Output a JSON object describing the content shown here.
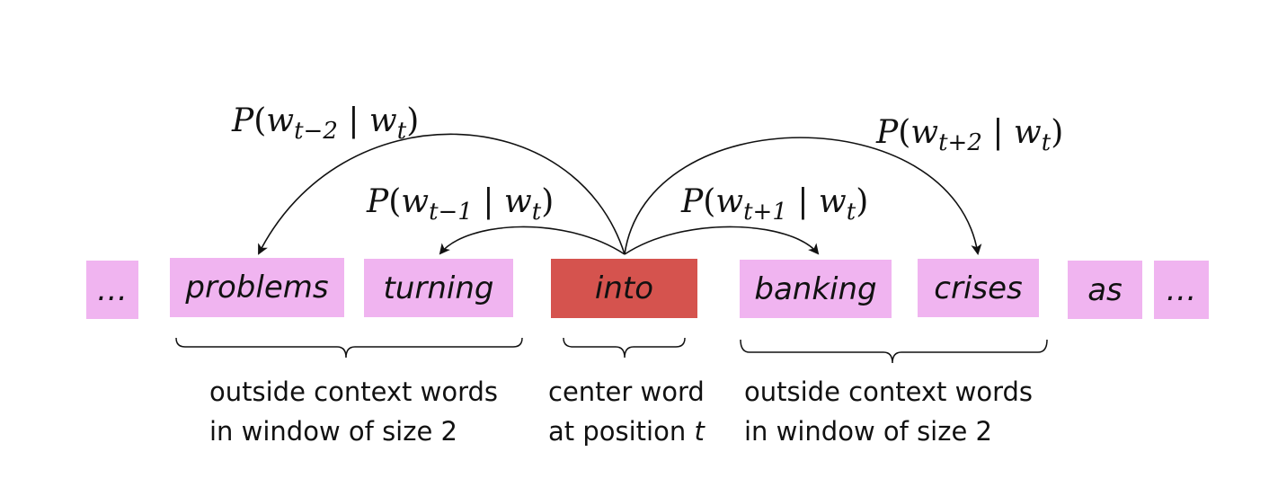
{
  "colors": {
    "context_fill": "#f0b4f0",
    "center_fill": "#d5534e",
    "arrow_stroke": "#111111"
  },
  "words": [
    {
      "text": "…",
      "role": "ellipsis"
    },
    {
      "text": "problems",
      "role": "context"
    },
    {
      "text": "turning",
      "role": "context"
    },
    {
      "text": "into",
      "role": "center"
    },
    {
      "text": "banking",
      "role": "context"
    },
    {
      "text": "crises",
      "role": "context"
    },
    {
      "text": "as",
      "role": "other"
    },
    {
      "text": "…",
      "role": "ellipsis"
    }
  ],
  "probabilities": {
    "t_minus_2": {
      "P": "P",
      "open": "(",
      "w": "w",
      "sub": "t−2",
      "bar": " | ",
      "w2": "w",
      "sub2": "t",
      "close": ")"
    },
    "t_minus_1": {
      "P": "P",
      "open": "(",
      "w": "w",
      "sub": "t−1",
      "bar": " | ",
      "w2": "w",
      "sub2": "t",
      "close": ")"
    },
    "t_plus_1": {
      "P": "P",
      "open": "(",
      "w": "w",
      "sub": "t+1",
      "bar": " | ",
      "w2": "w",
      "sub2": "t",
      "close": ")"
    },
    "t_plus_2": {
      "P": "P",
      "open": "(",
      "w": "w",
      "sub": "t+2",
      "bar": " | ",
      "w2": "w",
      "sub2": "t",
      "close": ")"
    }
  },
  "captions": {
    "left": {
      "line1": "outside context words",
      "line2": "in window of size 2"
    },
    "center": {
      "line1": "center word",
      "line2_prefix": "at position ",
      "line2_var": "t"
    },
    "right": {
      "line1": "outside context words",
      "line2": "in window of size 2"
    }
  }
}
